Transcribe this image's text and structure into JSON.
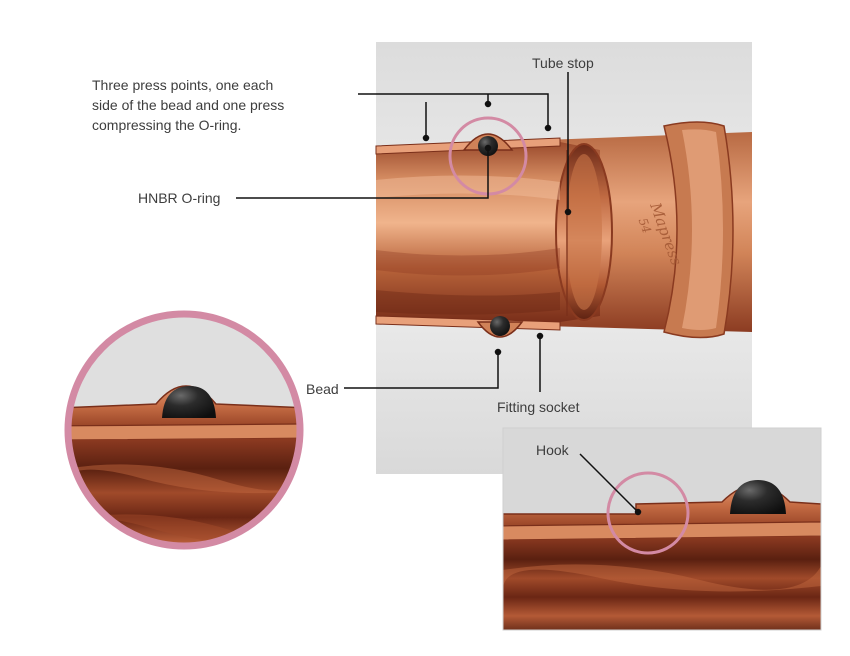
{
  "labels": {
    "press_points_line1": "Three press points, one each",
    "press_points_line2": "side of the bead and one press",
    "press_points_line3": "compressing the O-ring.",
    "tube_stop": "Tube stop",
    "o_ring": "HNBR O-ring",
    "bead": "Bead",
    "fitting_socket": "Fitting socket",
    "hook": "Hook"
  },
  "fitting_marking": {
    "line1": "Mapress",
    "line2": "54"
  },
  "colors": {
    "highlight_ring": "#d38aa4",
    "copper": "#b8633a",
    "copper_dark": "#7a2f1a",
    "o_ring": "#1e1e1e",
    "leader_line": "#111111"
  }
}
